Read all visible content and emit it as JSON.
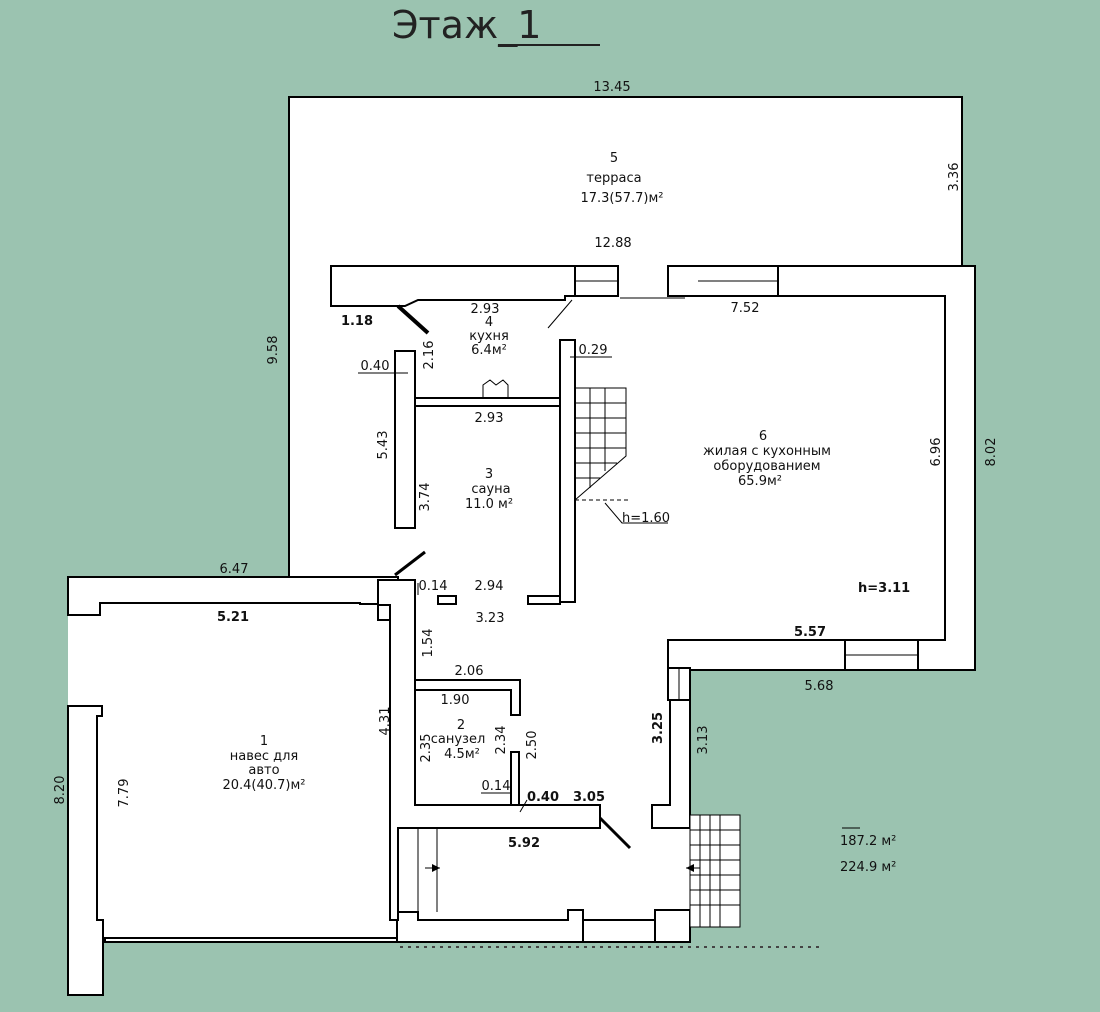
{
  "title": "Этаж_1",
  "rooms": [
    {
      "number": "5",
      "name": "терраса",
      "area": "17.3(57.7)м²"
    },
    {
      "number": "4",
      "name": "кухня",
      "area": "6.4м²"
    },
    {
      "number": "3",
      "name": "сауна",
      "area": "11.0 м²"
    },
    {
      "number": "6",
      "name1": "жилая с кухонным",
      "name2": "оборудованием",
      "area": "65.9м²"
    },
    {
      "number": "1",
      "name1": "навес для",
      "name2": "авто",
      "area": "20.4(40.7)м²"
    },
    {
      "number": "2",
      "name": "санузел",
      "area": "4.5м²"
    }
  ],
  "heights": {
    "stair": "h=1.60",
    "living": "h=3.11"
  },
  "dimensions": {
    "d13_45": "13.45",
    "d3_36": "3.36",
    "d12_88": "12.88",
    "d9_58": "9.58",
    "d1_18": "1.18",
    "d2_93a": "2.93",
    "d2_16": "2.16",
    "d7_52": "7.52",
    "d0_29": "0.29",
    "d0_40a": "0.40",
    "d2_93b": "2.93",
    "d5_43": "5.43",
    "d3_74": "3.74",
    "d6_96": "6.96",
    "d8_02": "8.02",
    "d6_47": "6.47",
    "d0_14a": "0.14",
    "d2_94": "2.94",
    "d5_21": "5.21",
    "d3_23": "3.23",
    "d5_57": "5.57",
    "d1_54": "1.54",
    "d5_68": "5.68",
    "d2_06": "2.06",
    "d1_90": "1.90",
    "d4_31": "4.31",
    "d3_25": "3.25",
    "d3_13": "3.13",
    "d2_35": "2.35",
    "d2_34": "2.34",
    "d2_50": "2.50",
    "d8_20": "8.20",
    "d7_79": "7.79",
    "d0_14b": "0.14",
    "d0_40b": "0.40",
    "d3_05": "3.05",
    "d5_92": "5.92"
  },
  "totals": {
    "living_area": "187.2 м²",
    "total_area": "224.9 м²"
  }
}
